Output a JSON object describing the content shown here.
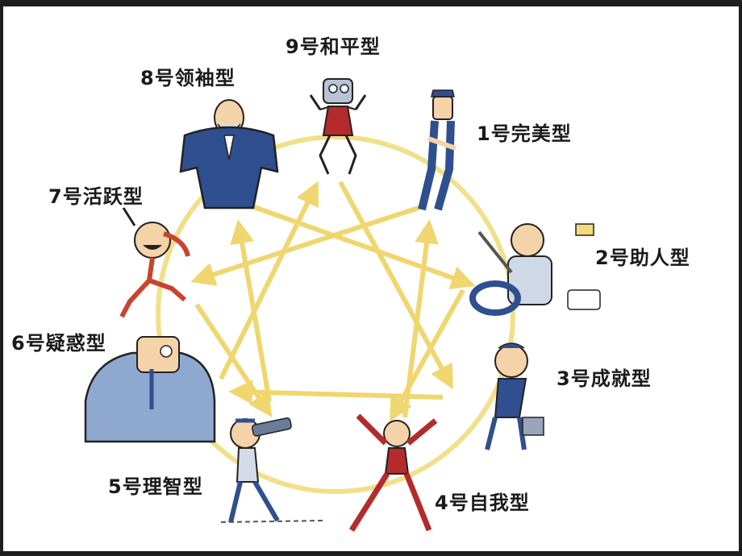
{
  "types": [
    {
      "id": "t9",
      "label": "9号和平型",
      "figure": "peacemaker-woman-figure"
    },
    {
      "id": "t8",
      "label": "8号领袖型",
      "figure": "leader-suit-figure"
    },
    {
      "id": "t1",
      "label": "1号完美型",
      "figure": "perfectionist-figure"
    },
    {
      "id": "t7",
      "label": "7号活跃型",
      "figure": "enthusiast-running-figure"
    },
    {
      "id": "t2",
      "label": "2号助人型",
      "figure": "helper-nurse-figure"
    },
    {
      "id": "t6",
      "label": "6号疑惑型",
      "figure": "skeptic-figure"
    },
    {
      "id": "t3",
      "label": "3号成就型",
      "figure": "achiever-figure"
    },
    {
      "id": "t5",
      "label": "5号理智型",
      "figure": "investigator-telescope-figure"
    },
    {
      "id": "t4",
      "label": "4号自我型",
      "figure": "individualist-figure"
    }
  ],
  "colors": {
    "circle": "#f1dc7c",
    "arrows": "#f0d468",
    "figure_blue": "#2f4f8f",
    "figure_red": "#b52a2a",
    "figure_skin": "#f4d3a8",
    "label_text": "#1a1a1a",
    "outer_frame": "#1e1e1e"
  }
}
